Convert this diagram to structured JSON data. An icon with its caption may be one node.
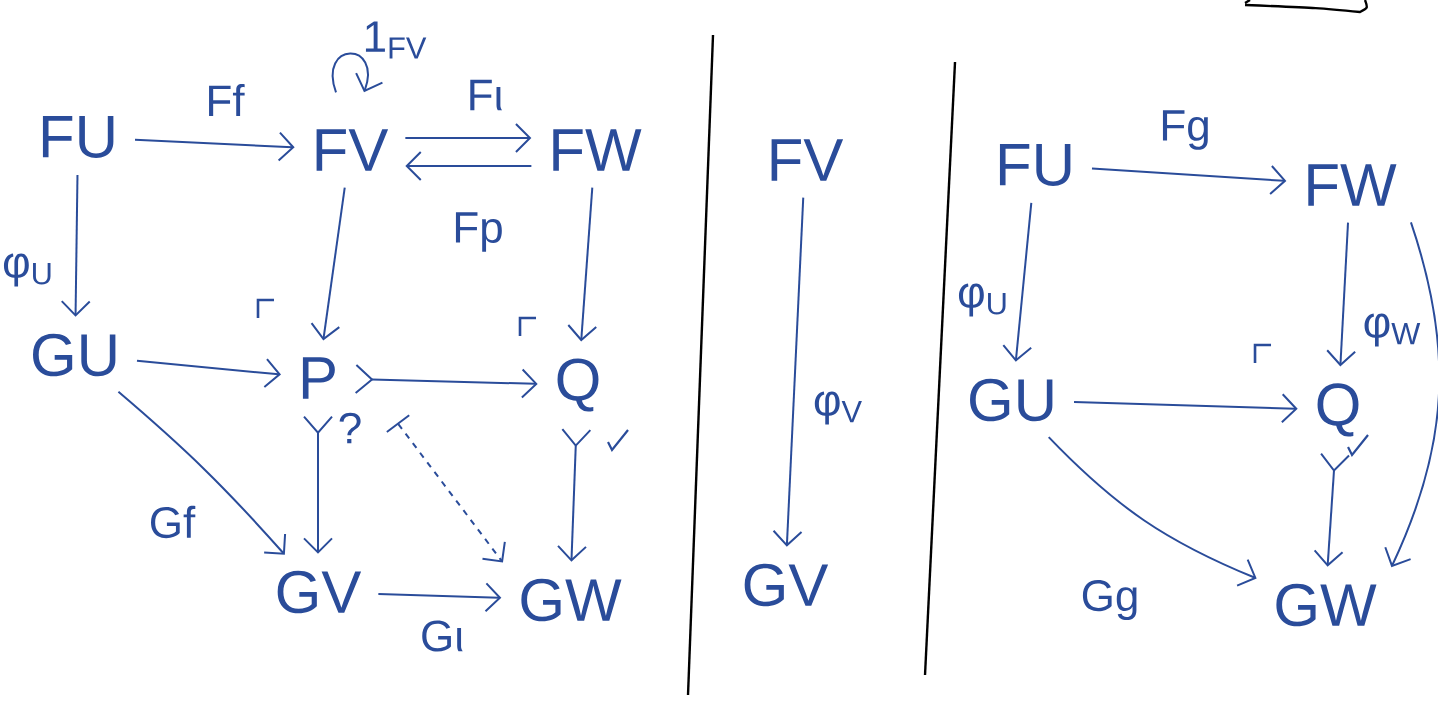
{
  "diagram": {
    "nodes": [
      {
        "text": [
          "FU"
        ]
      },
      {
        "text": [
          "FV"
        ]
      },
      {
        "text": [
          "FW"
        ]
      },
      {
        "text": [
          "GU"
        ]
      },
      {
        "text": [
          "P"
        ]
      },
      {
        "text": [
          "Q"
        ]
      },
      {
        "text": [
          "GV"
        ]
      },
      {
        "text": [
          "GW"
        ]
      },
      {
        "text": [
          "FV"
        ]
      },
      {
        "text": [
          "GV"
        ]
      },
      {
        "text": [
          "FU"
        ]
      },
      {
        "text": [
          "FW"
        ]
      },
      {
        "text": [
          "GU"
        ]
      },
      {
        "text": [
          "Q"
        ]
      },
      {
        "text": [
          "GW"
        ]
      }
    ],
    "edges": [
      {
        "from": 1,
        "to": 1,
        "arrow": "to",
        "label": "1$_{FV}$"
      },
      {
        "from": 0,
        "to": 1,
        "arrow": "to",
        "label": "Ff"
      },
      {
        "from": 1,
        "to": 2,
        "arrow": "to",
        "label": "Fι"
      },
      {
        "from": 2,
        "to": 1,
        "arrow": "to",
        "label": "Fp"
      },
      {
        "from": 0,
        "to": 3,
        "arrow": "to",
        "label": "φ$_{U}$"
      },
      {
        "from": 1,
        "to": 4,
        "arrow": "to"
      },
      {
        "from": 2,
        "to": 5,
        "arrow": "to"
      },
      {
        "from": 3,
        "to": 4,
        "arrow": "to"
      },
      {
        "from": 4,
        "to": 5,
        "arrow": "to"
      },
      {
        "from": 3,
        "to": 6,
        "arrow": "to",
        "label": "Gf"
      },
      {
        "from": 4,
        "to": 6,
        "arrow": "to",
        "label": "?"
      },
      {
        "from": 4,
        "to": 7,
        "arrow": "to",
        "style": "dashed"
      },
      {
        "from": 5,
        "to": 7,
        "arrow": "to"
      },
      {
        "from": 6,
        "to": 7,
        "arrow": "to",
        "label": "Gι"
      },
      {
        "from": 8,
        "to": 9,
        "arrow": "to",
        "label": "φ$_{V}$"
      },
      {
        "from": 10,
        "to": 11,
        "arrow": "to",
        "label": "Fg"
      },
      {
        "from": 10,
        "to": 12,
        "arrow": "to",
        "label": "φ$_{U}$"
      },
      {
        "from": 11,
        "to": 13,
        "arrow": "to"
      },
      {
        "from": 12,
        "to": 13,
        "arrow": "to"
      },
      {
        "from": 12,
        "to": 14,
        "arrow": "to",
        "label": "Gg"
      },
      {
        "from": 13,
        "to": 14,
        "arrow": "to"
      },
      {
        "from": 11,
        "to": 14,
        "arrow": "to",
        "label": "φ$_{W}$"
      }
    ]
  }
}
